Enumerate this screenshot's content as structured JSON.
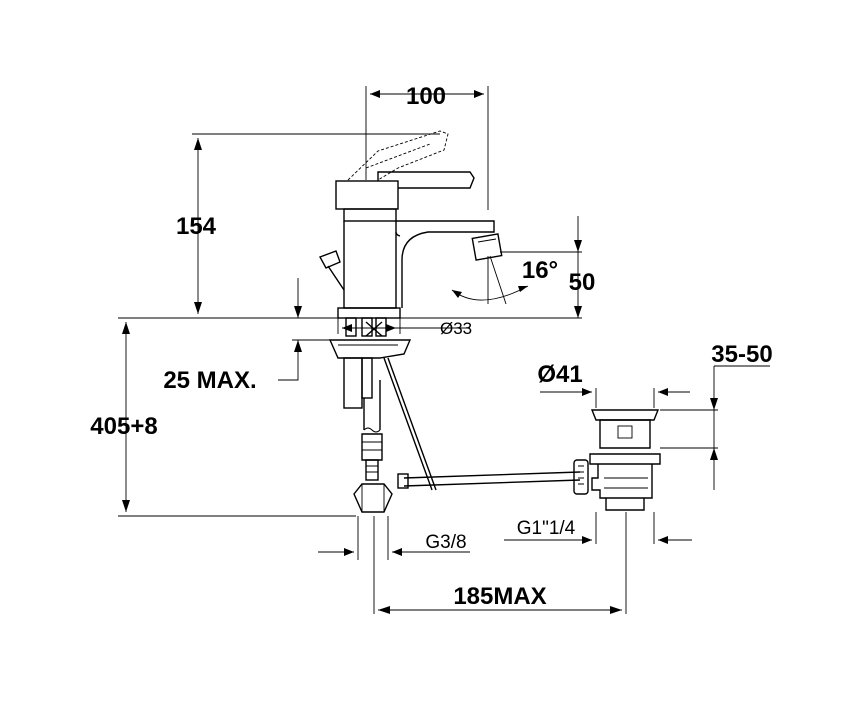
{
  "dimensions": {
    "width_top": "100",
    "height_body": "154",
    "angle": "16°",
    "spout_height": "50",
    "base_diameter": "Ø33",
    "deck_max": "25 MAX.",
    "total_height": "405+8",
    "waste_diameter": "Ø41",
    "waste_range": "35-50",
    "supply_thread": "G3/8",
    "waste_thread": "G1\"1/4",
    "distance_max": "185MAX"
  }
}
